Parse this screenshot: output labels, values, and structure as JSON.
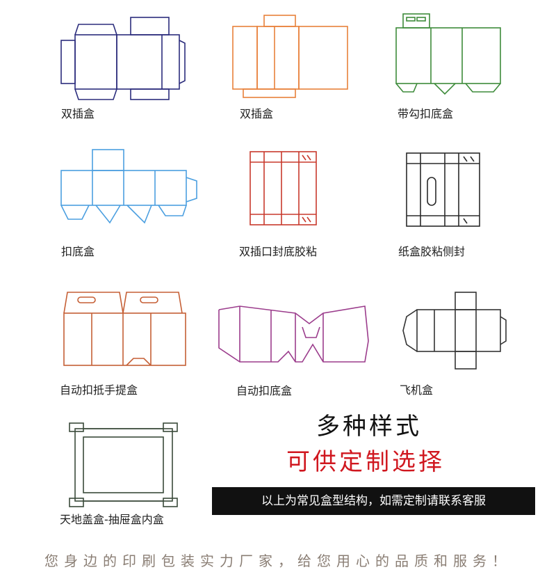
{
  "boxes": [
    {
      "label": "双插盒",
      "color": "#2b2c7c"
    },
    {
      "label": "双插盒",
      "color": "#e8803a"
    },
    {
      "label": "带勾扣底盒",
      "color": "#3d8b3a"
    },
    {
      "label": "扣底盒",
      "color": "#4b9fe0"
    },
    {
      "label": "双插口封底胶粘",
      "color": "#c8392c"
    },
    {
      "label": "纸盒胶粘侧封",
      "color": "#2a2a2a"
    },
    {
      "label": "自动扣抵手提盒",
      "color": "#c55f35"
    },
    {
      "label": "自动扣底盒",
      "color": "#9b3c8c"
    },
    {
      "label": "飞机盒",
      "color": "#333333"
    },
    {
      "label": "天地盖盒-抽屉盒内盒",
      "color": "#3a4a3a"
    }
  ],
  "headline": "多种样式",
  "headline_red": "可供定制选择",
  "banner_text": "以上为常见盒型结构，如需定制请联系客服",
  "footer_text": "您身边的印刷包装实力厂家，给您用心的品质和服务！"
}
